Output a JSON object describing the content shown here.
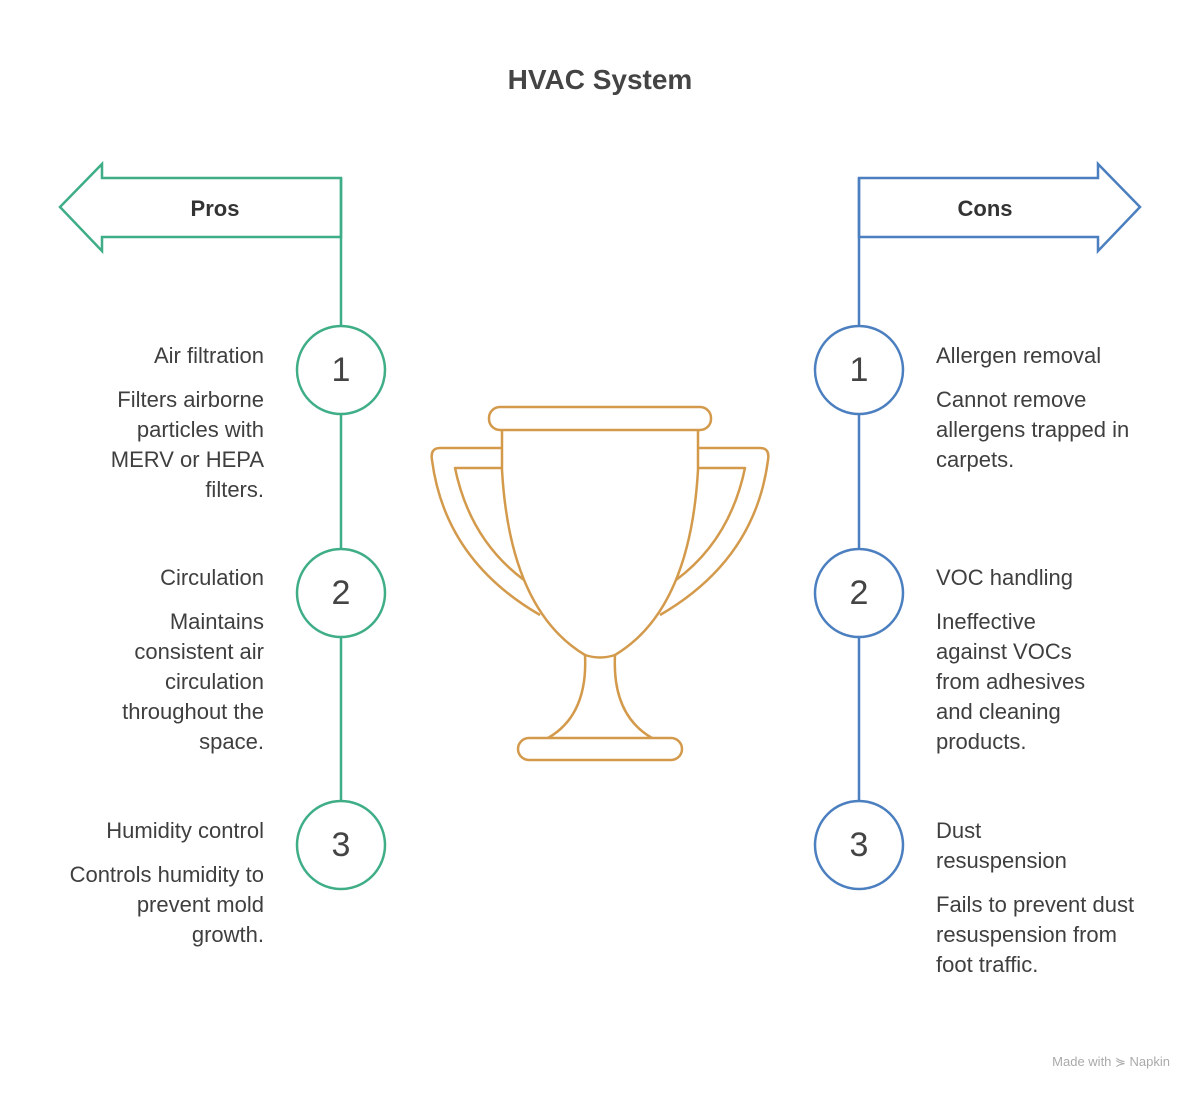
{
  "title": "HVAC System",
  "colors": {
    "pros": "#3fae86",
    "cons": "#4b7fbf",
    "trophy": "#d49a4c"
  },
  "pros": {
    "label": "Pros",
    "items": [
      {
        "number": "1",
        "title": "Air filtration",
        "description": "Filters airborne particles with MERV or HEPA filters."
      },
      {
        "number": "2",
        "title": "Circulation",
        "description": "Maintains consistent air circulation throughout the space."
      },
      {
        "number": "3",
        "title": "Humidity control",
        "description": "Controls humidity to prevent mold growth."
      }
    ]
  },
  "cons": {
    "label": "Cons",
    "items": [
      {
        "number": "1",
        "title": "Allergen removal",
        "description": "Cannot remove allergens trapped in carpets."
      },
      {
        "number": "2",
        "title": "VOC handling",
        "description": "Ineffective against VOCs from adhesives and cleaning products."
      },
      {
        "number": "3",
        "title": "Dust resuspension",
        "description": "Fails to prevent dust resuspension from foot traffic."
      }
    ]
  },
  "footer": "Made with ⋟ Napkin"
}
